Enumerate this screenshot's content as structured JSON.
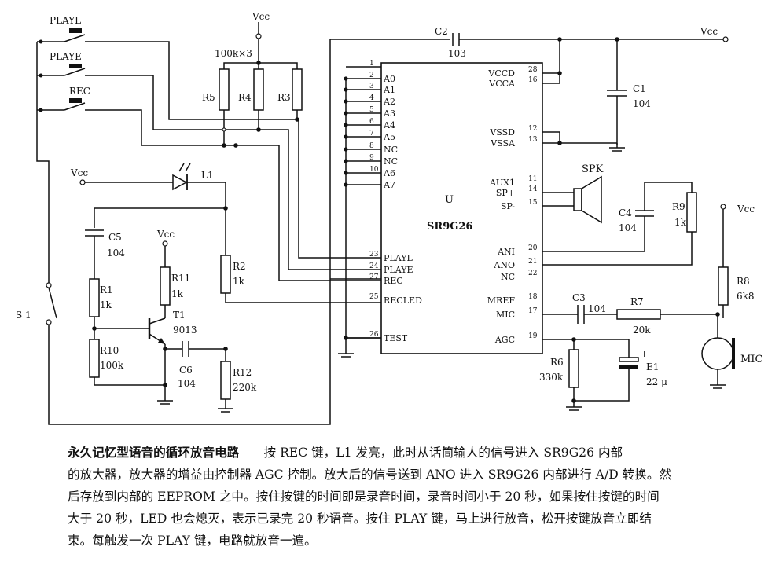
{
  "labels": {
    "playl": "PLAYL",
    "playe": "PLAYE",
    "rec": "REC",
    "vcc": "Vcc",
    "res_group": "100k×3",
    "r5": "R5",
    "r4": "R4",
    "r3": "R3",
    "c2": "C2",
    "c2v": "103",
    "c1": "C1",
    "c1v": "104",
    "l1": "L1",
    "c5": "C5",
    "c5v": "104",
    "r1": "R1",
    "r1v": "1k",
    "r11": "R11",
    "r11v": "1k",
    "t1": "T1",
    "t1v": "9013",
    "r10": "R10",
    "r10v": "100k",
    "c6": "C6",
    "c6v": "104",
    "r12": "R12",
    "r12v": "220k",
    "r2": "R2",
    "r2v": "1k",
    "s1": "S 1",
    "chip_u": "U",
    "chip_name": "SR9G26",
    "spk": "SPK",
    "c4": "C4",
    "c4v": "104",
    "r9": "R9",
    "r9v": "1k",
    "r8": "R8",
    "r8v": "6k8",
    "c3": "C3",
    "c3v": "104",
    "r7": "R7",
    "r7v": "20k",
    "r6": "R6",
    "r6v": "330k",
    "e1": "E1",
    "e1v": "22 μ",
    "mic": "MIC",
    "plus": "+"
  },
  "left_pins": [
    {
      "num": "1",
      "name": ""
    },
    {
      "num": "2",
      "name": "A0"
    },
    {
      "num": "3",
      "name": "A1"
    },
    {
      "num": "4",
      "name": "A2"
    },
    {
      "num": "5",
      "name": "A3"
    },
    {
      "num": "6",
      "name": "A4"
    },
    {
      "num": "7",
      "name": "A5"
    },
    {
      "num": "8",
      "name": "NC"
    },
    {
      "num": "9",
      "name": "NC"
    },
    {
      "num": "10",
      "name": "A6"
    },
    {
      "num": "",
      "name": "A7"
    },
    {
      "num": "23",
      "name": "PLAYL"
    },
    {
      "num": "24",
      "name": "PLAYE"
    },
    {
      "num": "27",
      "name": "REC"
    },
    {
      "num": "25",
      "name": "RECLED"
    },
    {
      "num": "26",
      "name": "TEST"
    }
  ],
  "right_pins": [
    {
      "num": "28",
      "name": "VCCD"
    },
    {
      "num": "16",
      "name": "VCCA"
    },
    {
      "num": "12",
      "name": "VSSD"
    },
    {
      "num": "13",
      "name": "VSSA"
    },
    {
      "num": "11",
      "name": "AUX1"
    },
    {
      "num": "14",
      "name": "SP+"
    },
    {
      "num": "15",
      "name": "SP-"
    },
    {
      "num": "20",
      "name": "ANI"
    },
    {
      "num": "21",
      "name": "ANO"
    },
    {
      "num": "22",
      "name": "NC"
    },
    {
      "num": "18",
      "name": "MREF"
    },
    {
      "num": "17",
      "name": "MIC"
    },
    {
      "num": "19",
      "name": "AGC"
    }
  ],
  "caption": {
    "title": "永久记忆型语音的循环放音电路",
    "line1": "按 REC 键，L1 发亮，此时从话筒输人的信号进入 SR9G26 内部",
    "line2": "的放大器，放大器的增益由控制器 AGC 控制。放大后的信号送到 ANO 进入 SR9G26 内部进行 A/D 转换。然",
    "line3": "后存放到内部的 EEPROM 之中。按住按键的时间即是录音时间，录音时间小于 20 秒，如果按住按键的时间",
    "line4": "大于 20 秒，LED 也会熄灭，表示已录完 20 秒语音。按住 PLAY 键，马上进行放音，松开按键放音立即结",
    "line5": "束。每触发一次 PLAY 键，电路就放音一遍。"
  }
}
